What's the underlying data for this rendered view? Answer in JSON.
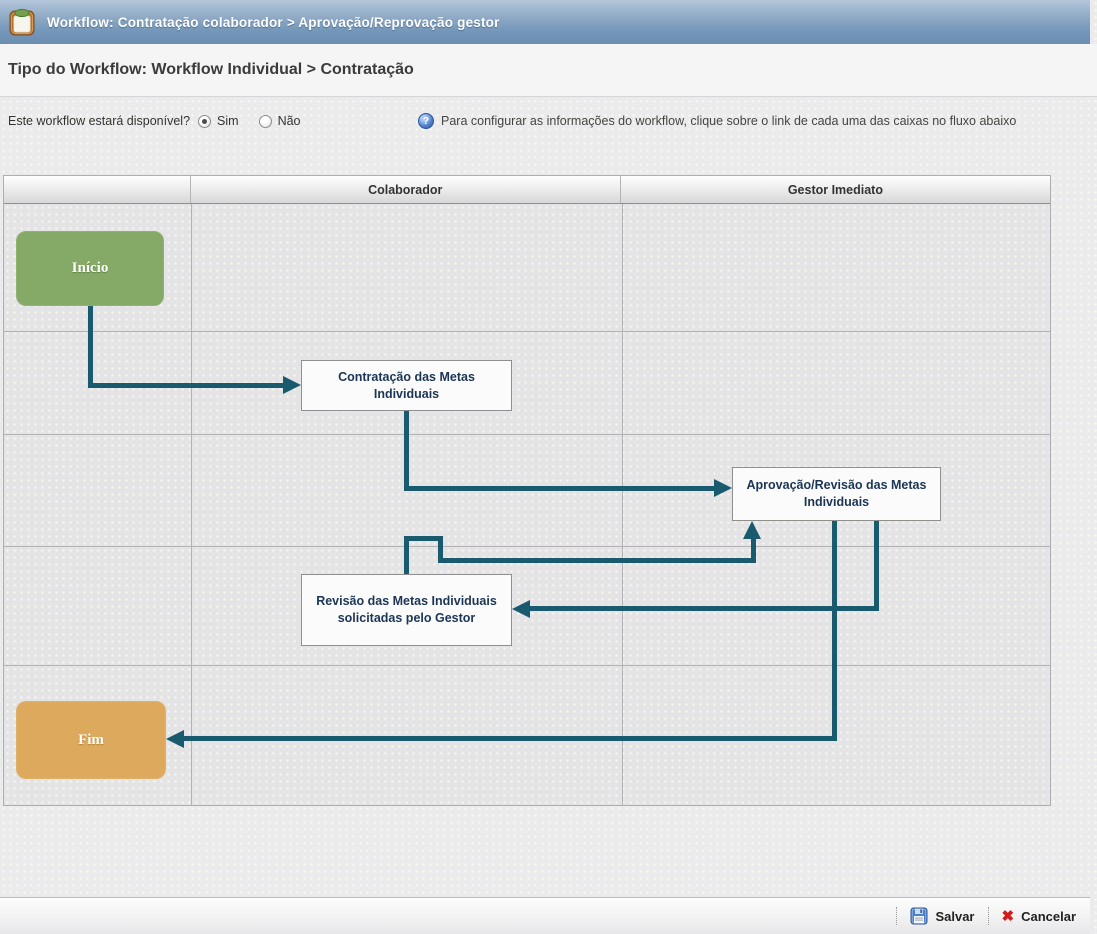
{
  "header": {
    "title": "Workflow: Contratação colaborador > Aprovação/Reprovação gestor",
    "icon": "clipboard-icon"
  },
  "subheader": {
    "title": "Tipo do Workflow: Workflow Individual > Contratação"
  },
  "options": {
    "question": "Este workflow estará disponível?",
    "radio_yes_label": "Sim",
    "radio_no_label": "Não",
    "selected": "Sim",
    "help_text": "Para configurar as informações do workflow, clique sobre o link de cada uma das caixas no fluxo abaixo"
  },
  "icons": {
    "help_glyph": "?",
    "cancel_glyph": "✖"
  },
  "diagram": {
    "columns": [
      "",
      "Colaborador",
      "Gestor Imediato"
    ],
    "nodes": {
      "inicio": {
        "label": "Início",
        "type": "start",
        "color": "#85aa67"
      },
      "contratacao": {
        "label": "Contratação das Metas Individuais",
        "type": "task"
      },
      "aprovacao": {
        "label": "Aprovação/Revisão das Metas Individuais",
        "type": "task"
      },
      "revisao": {
        "label": "Revisão das Metas Individuais solicitadas pelo Gestor",
        "type": "task"
      },
      "fim": {
        "label": "Fim",
        "type": "end",
        "color": "#dda95c"
      }
    },
    "connections": [
      {
        "from": "inicio",
        "to": "contratacao"
      },
      {
        "from": "contratacao",
        "to": "aprovacao"
      },
      {
        "from": "revisao",
        "to": "aprovacao"
      },
      {
        "from": "aprovacao",
        "to": "revisao"
      },
      {
        "from": "aprovacao",
        "to": "fim"
      }
    ],
    "arrow_color": "#1a5a6e"
  },
  "toolbar": {
    "save_label": "Salvar",
    "cancel_label": "Cancelar"
  }
}
